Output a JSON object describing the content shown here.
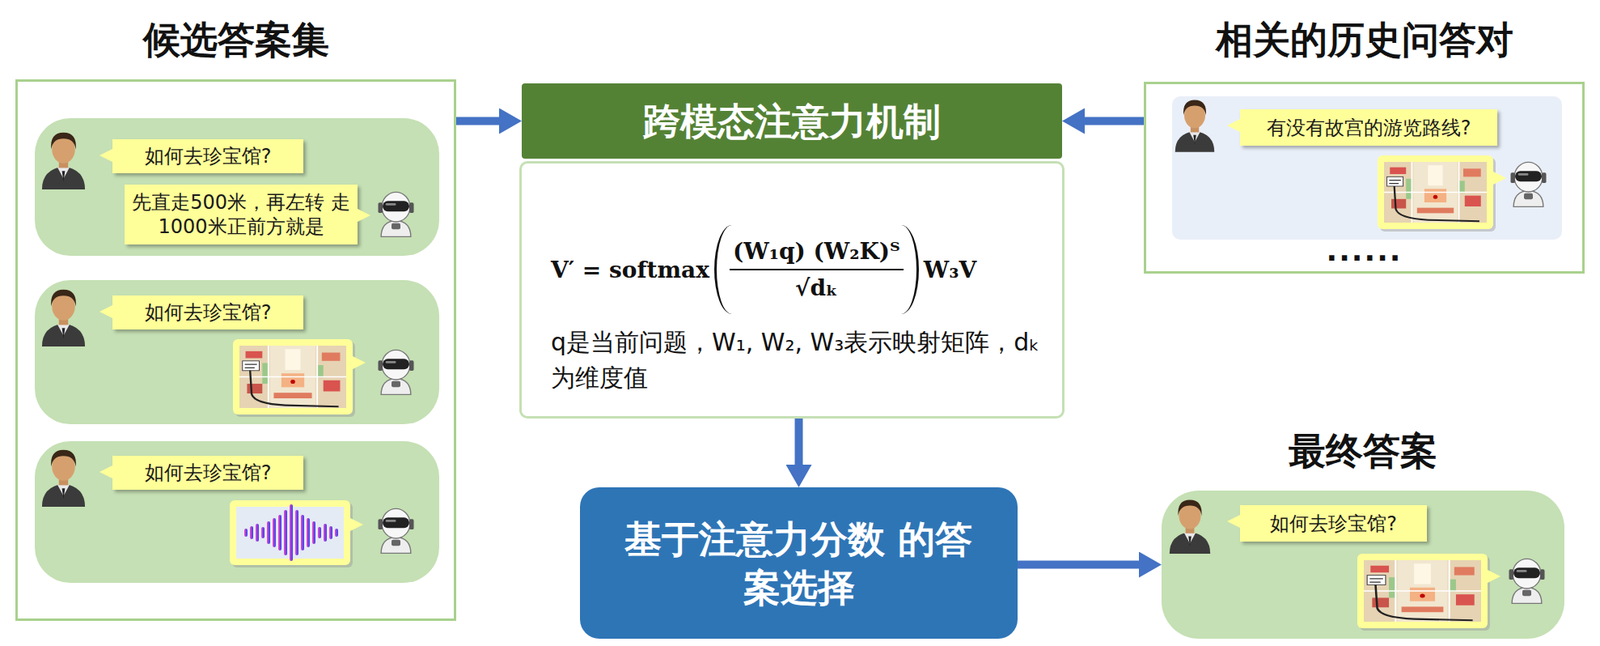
{
  "diagram": {
    "nodes": [
      {
        "text": [
          "候选答案集"
        ]
      },
      {
        "text": [],
        "in": 0
      },
      {
        "text": [
          "如何去珍宝馆?"
        ],
        "in": 1
      },
      {
        "text": [
          "先直走500米，再左转 走1000米正前方就是"
        ],
        "in": 1
      },
      {
        "text": [],
        "in": 0
      },
      {
        "text": [
          "如何去珍宝馆?"
        ],
        "in": 4
      },
      {
        "text": [],
        "in": 0
      },
      {
        "text": [
          "如何去珍宝馆?"
        ],
        "in": 6
      },
      {
        "text": [
          "跨模态注意力机制"
        ]
      },
      {
        "text": [
          "V′ = softmax",
          "(W₁q) (W₂K)ᵀ",
          "√dₖ",
          "W₃V",
          "q是当前问题，W₁, W₂, W₃表示映射矩阵，dₖ为维度值"
        ]
      },
      {
        "text": [
          "相关的历史问答对",
          "......"
        ]
      },
      {
        "text": [],
        "in": 10
      },
      {
        "text": [
          "有没有故宫的游览路线?"
        ],
        "in": 11
      },
      {
        "text": [
          "基于注意力分数 的答案选择"
        ]
      },
      {
        "text": [
          "最终答案"
        ]
      },
      {
        "text": [
          "如何去珍宝馆?"
        ],
        "in": 14
      }
    ],
    "edges": [
      {
        "from": 0,
        "to": 8,
        "arrow": "to"
      },
      {
        "from": 10,
        "to": 8,
        "arrow": "to"
      },
      {
        "from": 9,
        "to": 13,
        "arrow": "to"
      },
      {
        "from": 13,
        "to": 14,
        "arrow": "to"
      }
    ]
  }
}
